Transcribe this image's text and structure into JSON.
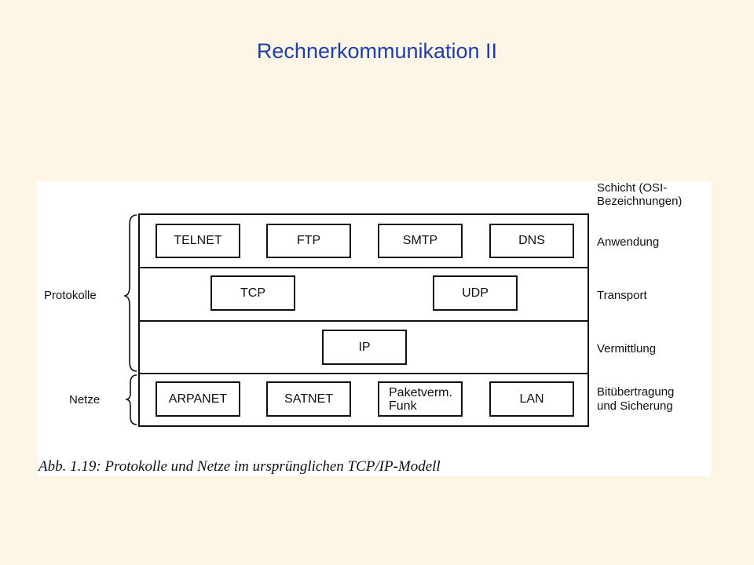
{
  "title": "Rechnerkommunikation II",
  "figure": {
    "header_label": "Schicht (OSI-\nBezeichnungen)",
    "header_line1": "Schicht (OSI-",
    "header_line2": "Bezeichnungen)",
    "layers": [
      {
        "name": "Anwendung",
        "protocols": [
          "TELNET",
          "FTP",
          "SMTP",
          "DNS"
        ]
      },
      {
        "name": "Transport",
        "protocols": [
          "TCP",
          "UDP"
        ]
      },
      {
        "name": "Vermittlung",
        "protocols": [
          "IP"
        ]
      },
      {
        "name_line1": "Bitübertragung",
        "name_line2": "und Sicherung",
        "protocols": [
          "ARPANET",
          "SATNET",
          "LAN"
        ],
        "multi_protocol": {
          "line1": "Paketverm.",
          "line2": "Funk"
        }
      }
    ],
    "groups": {
      "protocols": "Protokolle",
      "networks": "Netze"
    },
    "caption": "Abb. 1.19:  Protokolle und Netze im ursprünglichen TCP/IP-Modell"
  }
}
